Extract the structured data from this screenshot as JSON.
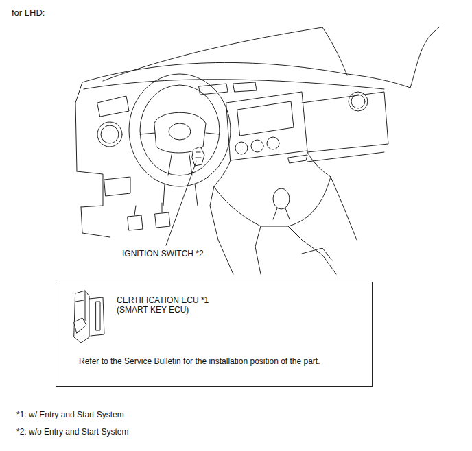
{
  "diagram": {
    "title": "for LHD:",
    "nodes": [
      {
        "text": [
          "CERTIFICATION ECU *1 (SMART KEY ECU)",
          "Refer to the Service Bulletin for the installation position of the part."
        ]
      }
    ],
    "labels": [
      "IGNITION SWITCH *2",
      "*1: w/ Entry and Start System",
      "*2: w/o Entry and Start System"
    ]
  }
}
